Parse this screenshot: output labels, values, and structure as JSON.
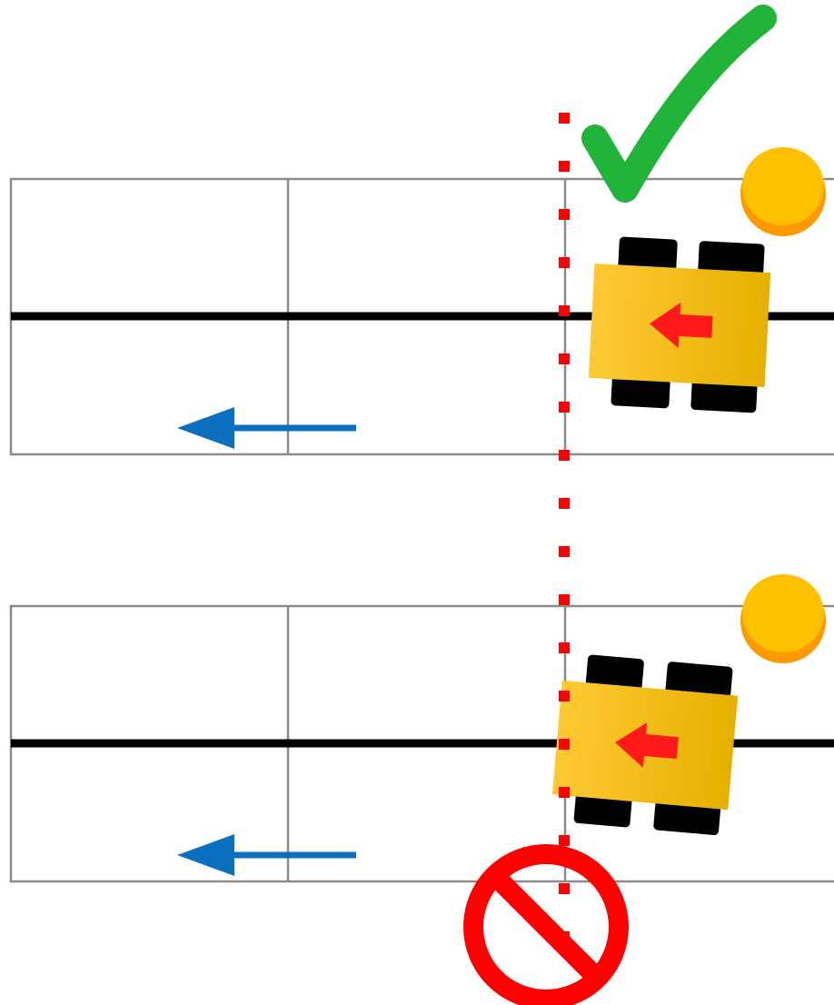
{
  "colors": {
    "background": "#ffffff",
    "grid_line": "#8a8a8a",
    "track_line": "#000000",
    "direction_arrow": "#0b6fc0",
    "limit_line": "#ff0000",
    "robot_body_light": "#ffc935",
    "robot_body_dark": "#e6b000",
    "robot_arrow": "#ff1a1a",
    "wheel": "#000000",
    "marker_fill": "#ffc000",
    "marker_rim": "#ff9900",
    "check": "#22b33a",
    "prohibited": "#ff0000"
  },
  "icons": {
    "correct": "check-mark-icon",
    "incorrect": "prohibited-icon",
    "robot": "robot-icon",
    "marker": "marker-dot-icon",
    "direction": "arrow-left-icon"
  },
  "panels": [
    {
      "id": "correct",
      "status": "correct",
      "travel_direction": "left"
    },
    {
      "id": "incorrect",
      "status": "incorrect",
      "travel_direction": "left"
    }
  ]
}
